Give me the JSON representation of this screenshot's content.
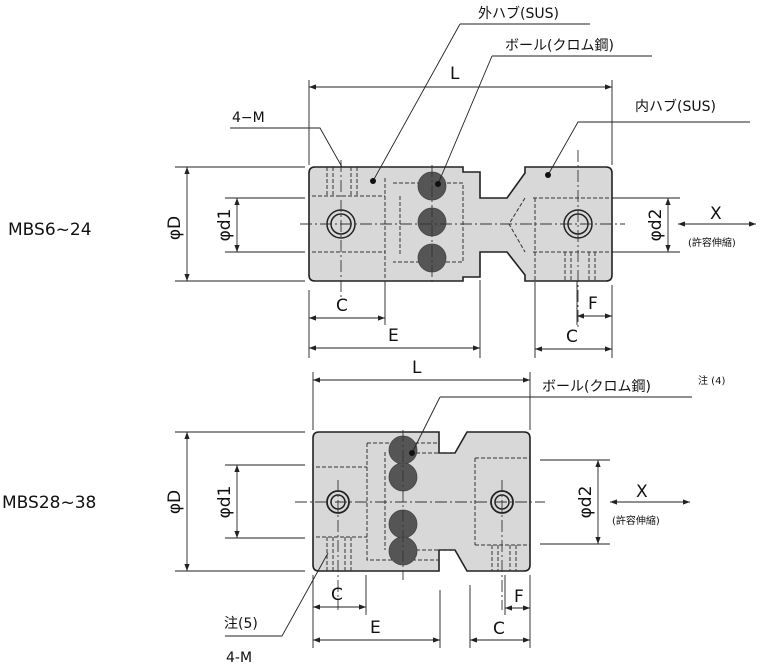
{
  "top": {
    "model": "MBS6~24",
    "outer_hub": "外ハブ(SUS)",
    "ball": "ボール(クロム鋼)",
    "inner_hub": "内ハブ(SUS)",
    "tap": "4−M",
    "L": "L",
    "D": "φD",
    "d1": "φd1",
    "d2": "φd2",
    "X": "X",
    "X_note": "(許容伸縮)",
    "C": "C",
    "E": "E",
    "F": "F",
    "C2": "C"
  },
  "bottom": {
    "model": "MBS28~38",
    "ball": "ボール(クロム鋼)",
    "note4": "注 (4)",
    "note5": "注(5)",
    "tap": "4-M",
    "L": "L",
    "D": "φD",
    "d1": "φd1",
    "d2": "φd2",
    "X": "X",
    "X_note": "(許容伸縮)",
    "C": "C",
    "E": "E",
    "F": "F",
    "C2": "C"
  },
  "colors": {
    "body": "#d8d8d8",
    "ball": "#555555",
    "line": "#222222"
  }
}
